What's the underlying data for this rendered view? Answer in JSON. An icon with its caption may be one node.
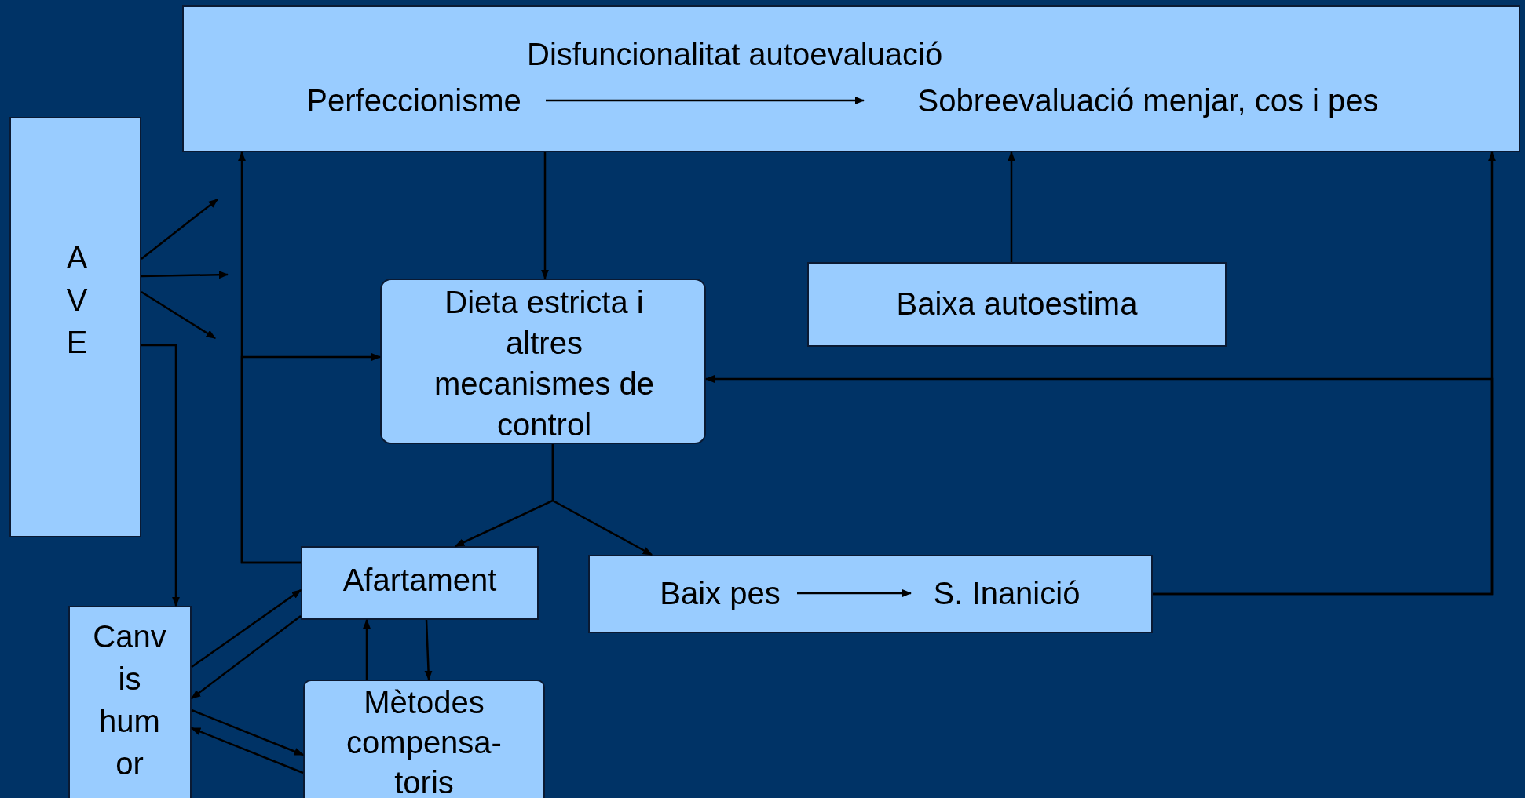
{
  "diagram": {
    "nodes": [
      {
        "text": [
          "Disfuncionalitat autoevaluació"
        ]
      },
      {
        "text": [
          "Perfeccionisme"
        ],
        "in": 0
      },
      {
        "text": [
          "Sobreevaluació menjar, cos i pes"
        ],
        "in": 0
      },
      {
        "text": [
          "A V E"
        ]
      },
      {
        "text": [
          "Dieta estricta i altres mecanismes de control"
        ]
      },
      {
        "text": [
          "Baixa autoestima"
        ]
      },
      {
        "text": [],
        "shape": "box"
      },
      {
        "text": [
          "Baix pes"
        ],
        "in": 6
      },
      {
        "text": [
          "S. Inanició"
        ],
        "in": 6
      },
      {
        "text": [
          "Afartament"
        ]
      },
      {
        "text": [
          "Canv is hum or"
        ]
      },
      {
        "text": [
          "Mètodes compensa- toris"
        ]
      }
    ],
    "edges": [
      {
        "from": 1,
        "to": 2,
        "arrow": "to"
      },
      {
        "from": 0,
        "to": 4,
        "arrow": "to"
      },
      {
        "from": 5,
        "to": 0,
        "arrow": "to"
      },
      {
        "from": 3,
        "to": null,
        "arrow": "to"
      },
      {
        "from": 3,
        "to": null,
        "arrow": "to"
      },
      {
        "from": 3,
        "to": null,
        "arrow": "to"
      },
      {
        "from": 3,
        "to": 10,
        "arrow": "to"
      },
      {
        "from": 9,
        "to": 0,
        "arrow": "to"
      },
      {
        "from": 9,
        "to": 4,
        "arrow": "to"
      },
      {
        "from": 4,
        "to": 9,
        "arrow": "to"
      },
      {
        "from": 4,
        "to": 6,
        "arrow": "to"
      },
      {
        "from": 6,
        "to": 0,
        "arrow": "to"
      },
      {
        "from": 6,
        "to": 4,
        "arrow": "to"
      },
      {
        "from": 10,
        "to": 9,
        "arrow": "to"
      },
      {
        "from": 9,
        "to": 10,
        "arrow": "to"
      },
      {
        "from": 10,
        "to": 11,
        "arrow": "to"
      },
      {
        "from": 11,
        "to": 10,
        "arrow": "to"
      },
      {
        "from": 11,
        "to": 9,
        "arrow": "to"
      },
      {
        "from": 9,
        "to": 11,
        "arrow": "to"
      },
      {
        "from": 7,
        "to": 8,
        "arrow": "to"
      }
    ]
  }
}
